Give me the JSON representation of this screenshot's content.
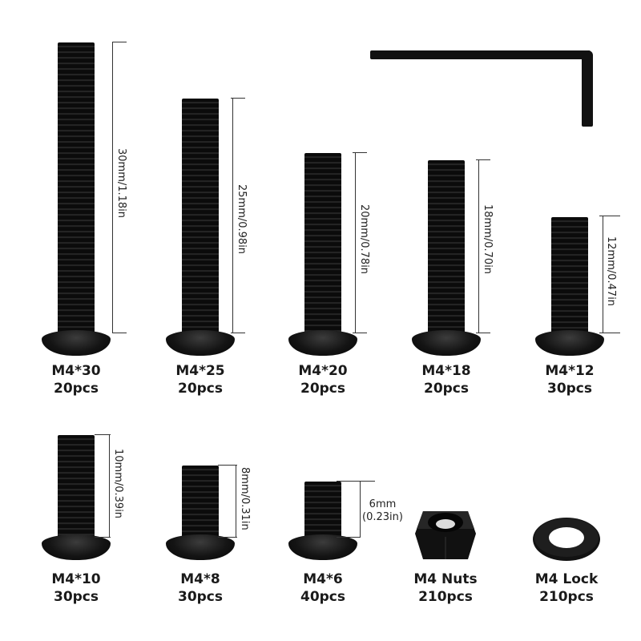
{
  "items": [
    {
      "name": "M4*30",
      "qty": "20pcs",
      "dimension": "30mm/1.18in"
    },
    {
      "name": "M4*25",
      "qty": "20pcs",
      "dimension": "25mm/0.98in"
    },
    {
      "name": "M4*20",
      "qty": "20pcs",
      "dimension": "20mm/0.78in"
    },
    {
      "name": "M4*18",
      "qty": "20pcs",
      "dimension": "18mm/0.70in"
    },
    {
      "name": "M4*12",
      "qty": "30pcs",
      "dimension": "12mm/0.47in"
    },
    {
      "name": "M4*10",
      "qty": "30pcs",
      "dimension": "10mm/0.39in"
    },
    {
      "name": "M4*8",
      "qty": "30pcs",
      "dimension": "8mm/0.31in"
    },
    {
      "name": "M4*6",
      "qty": "40pcs",
      "dimension_line1": "6mm",
      "dimension_line2": "(0.23in)"
    },
    {
      "name": "M4 Nuts",
      "qty": "210pcs"
    },
    {
      "name": "M4 Lock",
      "qty": "210pcs"
    }
  ],
  "colors": {
    "metal": "#0b0b0b",
    "background": "#ffffff",
    "text": "#1a1a1a"
  }
}
